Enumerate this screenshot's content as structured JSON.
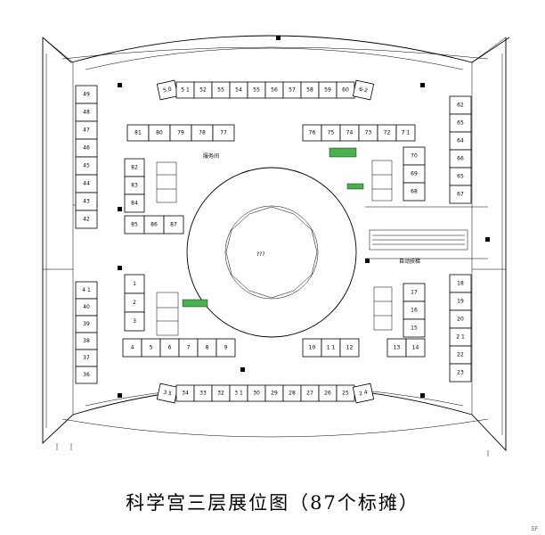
{
  "title": "科学宫三层展位图（87个标摊）",
  "corner_label": "EF",
  "room_labels": {
    "service_room": "服务间",
    "escalator": "自动扶梯",
    "center": "???"
  },
  "booths": {
    "top_row": [
      "5.0",
      "5 1",
      "52",
      "55",
      "54",
      "55",
      "56",
      "57",
      "58",
      "59",
      "60",
      "6-2"
    ],
    "top_left_block": [
      "81",
      "80",
      "79",
      "78",
      "77"
    ],
    "top_right_block": [
      "76",
      "75",
      "74",
      "73",
      "72",
      "7 1"
    ],
    "left_upper_block": [
      "82",
      "83",
      "84",
      "85",
      "86",
      "87"
    ],
    "left_wall_upper": [
      "49",
      "48",
      "47",
      "46",
      "45",
      "44",
      "43",
      "42"
    ],
    "left_wall_lower": [
      "4 1",
      "40",
      "39",
      "38",
      "37",
      "36"
    ],
    "right_wall_upper": [
      "62",
      "65",
      "64",
      "66",
      "65",
      "67"
    ],
    "right_upper_column": [
      "70",
      "69",
      "68"
    ],
    "right_wall_lower": [
      "18",
      "19",
      "20",
      "2 1",
      "22",
      "23"
    ],
    "right_lower_column": [
      "17",
      "16",
      "15"
    ],
    "left_lower_column": [
      "1",
      "2",
      "3"
    ],
    "bottom_left_block": [
      "4",
      "5",
      "6",
      "7",
      "8",
      "9"
    ],
    "bottom_right_block": [
      "10",
      "1 1",
      "12",
      "13",
      "14"
    ],
    "bottom_row": [
      "3 5",
      "34",
      "33",
      "32",
      "3 1",
      "30",
      "29",
      "28",
      "27",
      "26",
      "25",
      "2 4"
    ]
  }
}
